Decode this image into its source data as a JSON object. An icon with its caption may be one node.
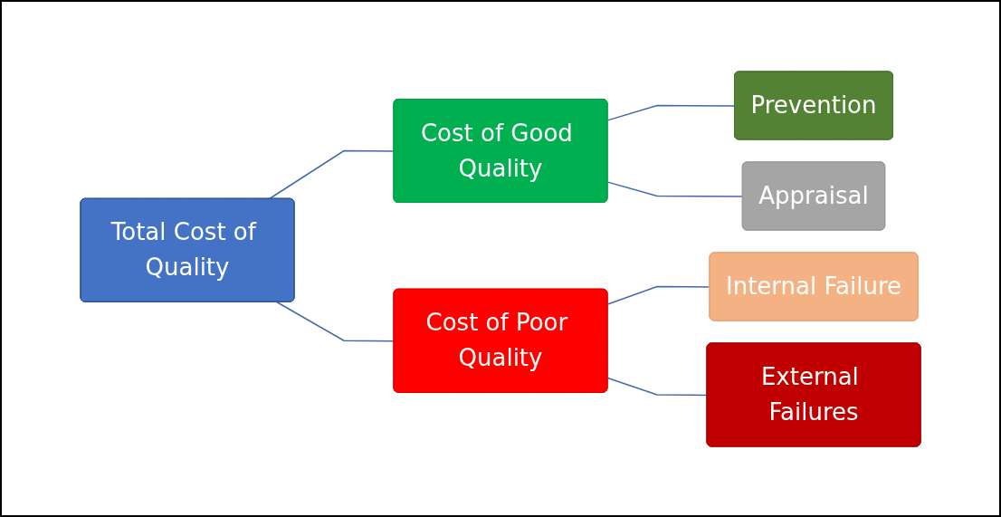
{
  "diagram": {
    "nodes": [
      {
        "text": [
          "Total Cost of Quality"
        ]
      },
      {
        "text": [
          "Cost of Good Quality"
        ]
      },
      {
        "text": [
          "Cost of Poor Quality"
        ]
      },
      {
        "text": [
          "Prevention"
        ]
      },
      {
        "text": [
          "Appraisal"
        ]
      },
      {
        "text": [
          "Internal Failure"
        ]
      },
      {
        "text": [
          "External Failures"
        ]
      }
    ],
    "edges": [
      {
        "from": 0,
        "to": 1,
        "arrow": "none"
      },
      {
        "from": 0,
        "to": 2,
        "arrow": "none"
      },
      {
        "from": 1,
        "to": 3,
        "arrow": "none"
      },
      {
        "from": 1,
        "to": 4,
        "arrow": "none"
      },
      {
        "from": 2,
        "to": 5,
        "arrow": "none"
      },
      {
        "from": 2,
        "to": 6,
        "arrow": "none"
      }
    ]
  }
}
